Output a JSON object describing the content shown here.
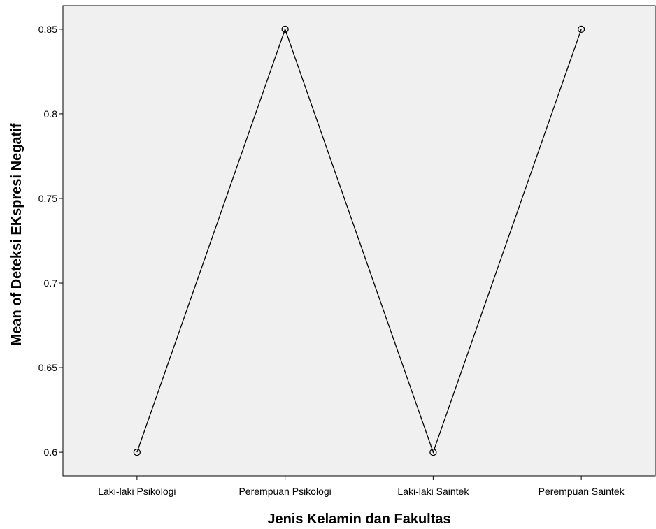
{
  "chart_data": {
    "type": "line",
    "title": "",
    "xlabel": "Jenis Kelamin dan Fakultas",
    "ylabel": "Mean of Deteksi EKspresi Negatif",
    "categories": [
      "Laki-laki Psikologi",
      "Perempuan Psikologi",
      "Laki-laki Saintek",
      "Perempuan Saintek"
    ],
    "series": [
      {
        "values": [
          0.6,
          0.85,
          0.6,
          0.85
        ]
      }
    ],
    "yticks": [
      "0.6",
      "0.65",
      "0.7",
      "0.75",
      "0.8",
      "0.85"
    ],
    "ylim": [
      0.586,
      0.864
    ],
    "grid": false,
    "marker": "open-circle",
    "colors": {
      "plot_background": "#f0f0f0",
      "line": "#000000",
      "axis": "#000000"
    }
  }
}
